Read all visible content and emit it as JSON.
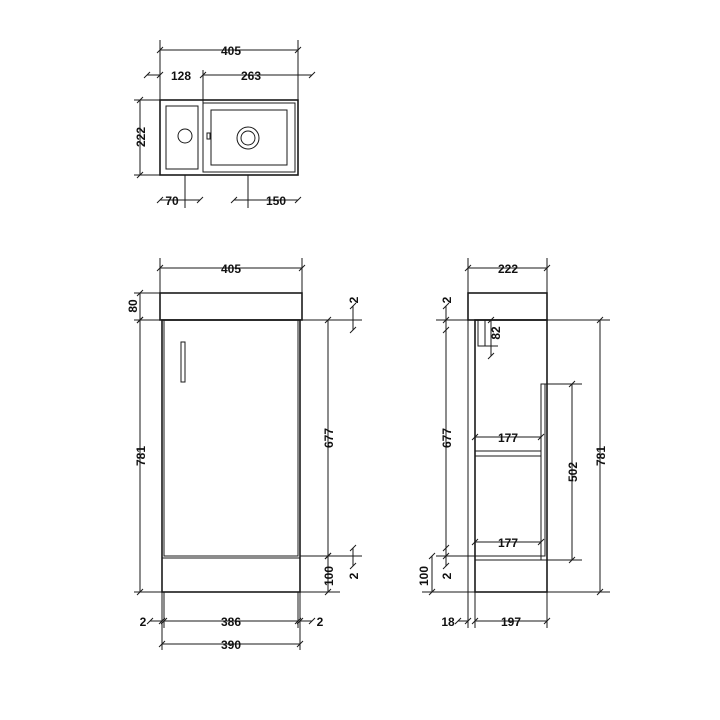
{
  "top_view": {
    "overall_width": "405",
    "left_section": "128",
    "bowl_width": "263",
    "depth": "222",
    "tap_offset": "70",
    "waste_offset": "150"
  },
  "front_view": {
    "overall_width": "405",
    "basin_height": "80",
    "overall_height": "781",
    "door_height": "677",
    "plinth_height": "100",
    "gap_top": "2",
    "gap_bottom": "2",
    "side_gap_left": "2",
    "door_width": "386",
    "side_gap_right": "2",
    "carcass_width": "390"
  },
  "side_view": {
    "overall_depth": "222",
    "gap_top": "2",
    "trap_height": "82",
    "door_height": "677",
    "shelf_upper": "177",
    "shelf_lower": "177",
    "internal_height": "502",
    "overall_height": "781",
    "plinth_height": "100",
    "gap_bottom": "2",
    "door_thickness": "18",
    "carcass_depth": "197"
  }
}
